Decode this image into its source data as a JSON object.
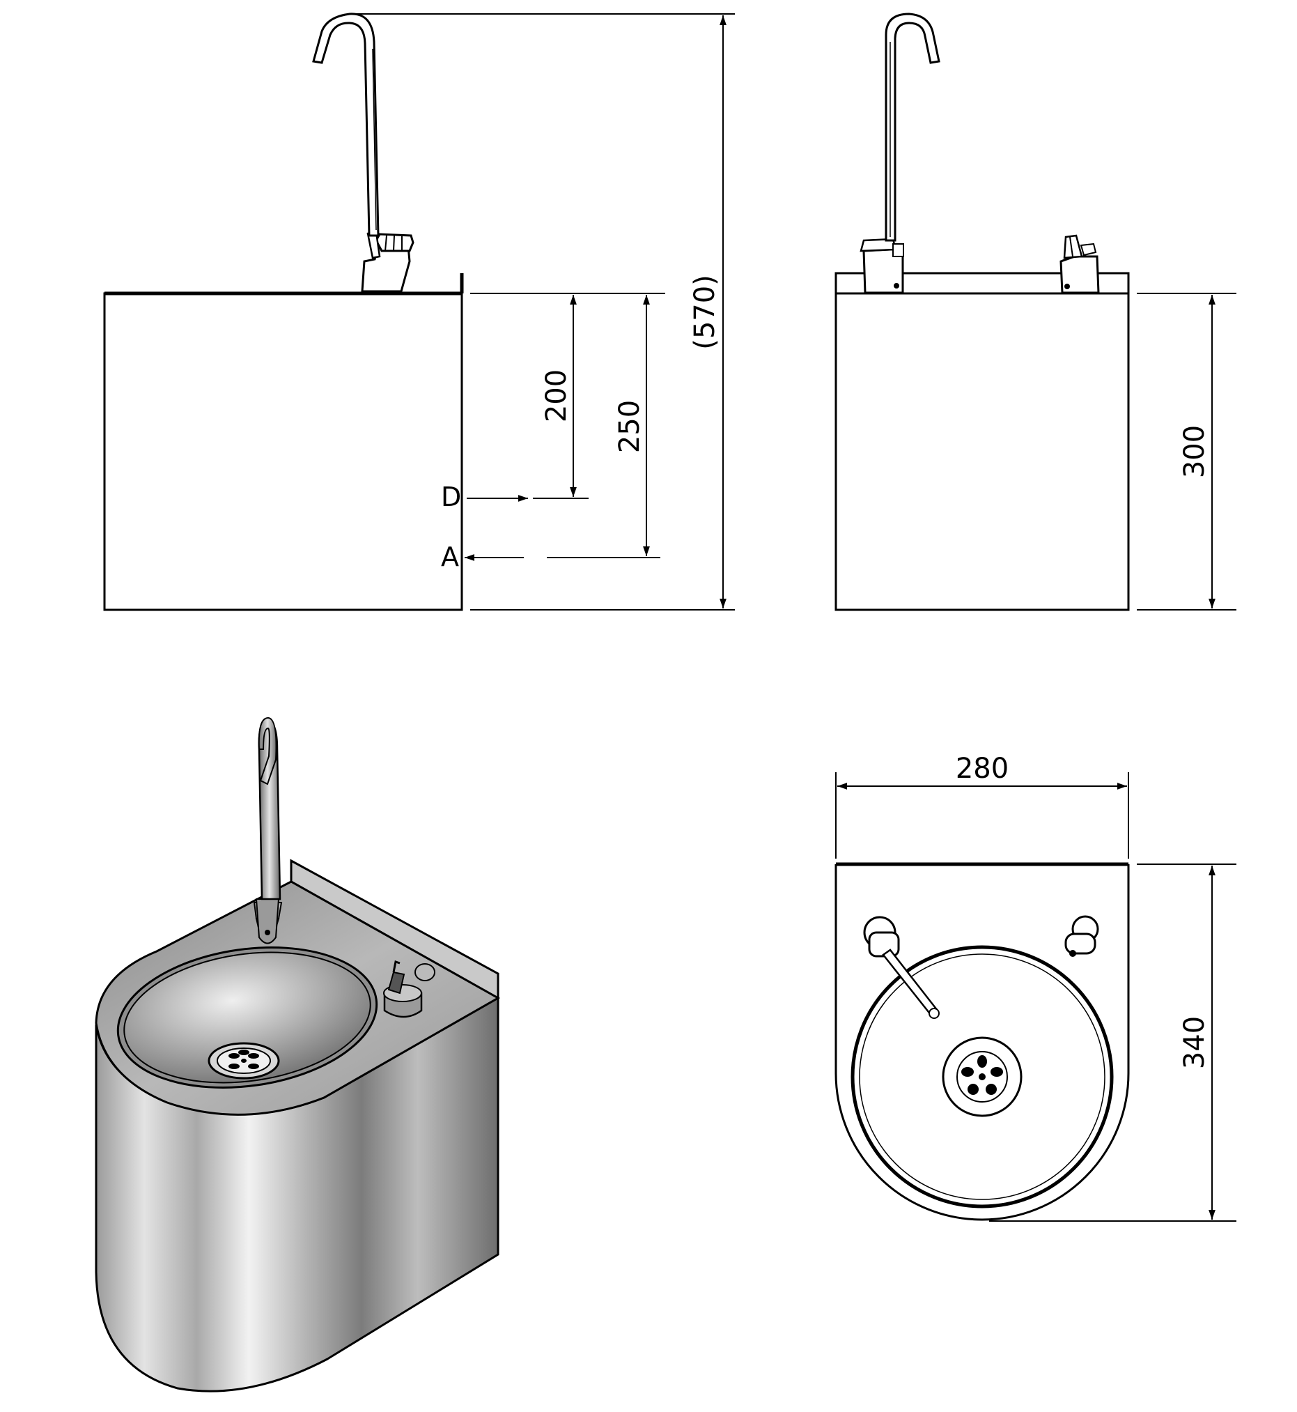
{
  "dimensions": {
    "total_height": "(570)",
    "d_height": "200",
    "a_height": "250",
    "body_height": "300",
    "width": "280",
    "depth": "340"
  },
  "labels": {
    "d": "D",
    "a": "A"
  }
}
